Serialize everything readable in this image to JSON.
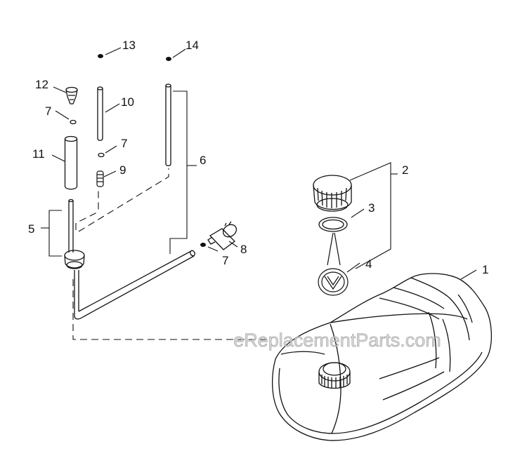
{
  "watermark": "eReplacementParts.com",
  "callouts": {
    "c1": "1",
    "c2": "2",
    "c3": "3",
    "c4": "4",
    "c5": "5",
    "c6": "6",
    "c7a": "7",
    "c7b": "7",
    "c7c": "7",
    "c8": "8",
    "c9": "9",
    "c10": "10",
    "c11": "11",
    "c12": "12",
    "c13": "13",
    "c14": "14"
  },
  "colors": {
    "line": "#111111",
    "watermark": "#c8c8c8",
    "background": "#ffffff"
  }
}
